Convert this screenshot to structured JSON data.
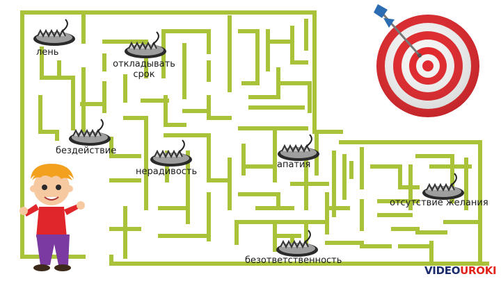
{
  "traps": [
    {
      "id": "len",
      "label": "лень"
    },
    {
      "id": "otkl",
      "label": "откладывать срок",
      "label_line1": "откладывать",
      "label_line2": "срок"
    },
    {
      "id": "bezd",
      "label": "бездействие"
    },
    {
      "id": "nerad",
      "label": "нерадивость"
    },
    {
      "id": "apat",
      "label": "апатия"
    },
    {
      "id": "otsut",
      "label": "отсутствие желания"
    },
    {
      "id": "bezotv",
      "label": "безответственность"
    }
  ],
  "logo": {
    "part1": "VIDEO",
    "part2": "UROKI"
  },
  "colors": {
    "maze": "#a8c23a",
    "target_red": "#e0262b",
    "target_white": "#f4f4f4",
    "dart": "#2b6cb3"
  }
}
